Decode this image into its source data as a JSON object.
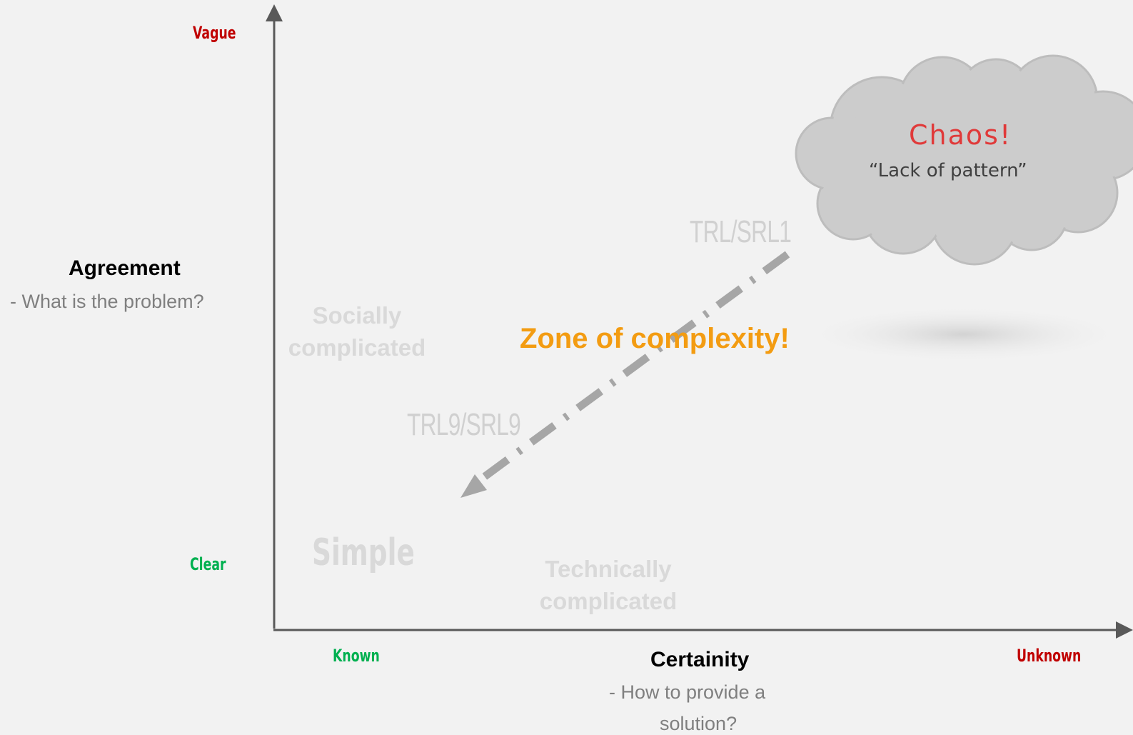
{
  "y_axis": {
    "top_label": "Vague",
    "bottom_label": "Clear",
    "title": "Agreement",
    "question": "- What is the problem?"
  },
  "x_axis": {
    "left_label": "Known",
    "right_label": "Unknown",
    "title": "Certainity",
    "question_line1": "- How to provide a",
    "question_line2": "solution?"
  },
  "regions": {
    "socially_line1": "Socially",
    "socially_line2": "complicated",
    "technically_line1": "Technically",
    "technically_line2": "complicated",
    "simple": "Simple",
    "zone": "Zone of complexity!"
  },
  "readiness": {
    "start": "TRL/SRL1",
    "end": "TRL9/SRL9"
  },
  "chaos_cloud": {
    "title": "Chaos!",
    "subtitle": "“Lack of pattern”"
  },
  "colors": {
    "background": "#f2f2f2",
    "axis": "#595959",
    "vague_unknown": "#c00000",
    "clear_known": "#00b050",
    "zone": "#f39c12",
    "chaos": "#e03a3a",
    "cloud_fill": "#cccccc",
    "arrow": "#a6a6a6"
  }
}
